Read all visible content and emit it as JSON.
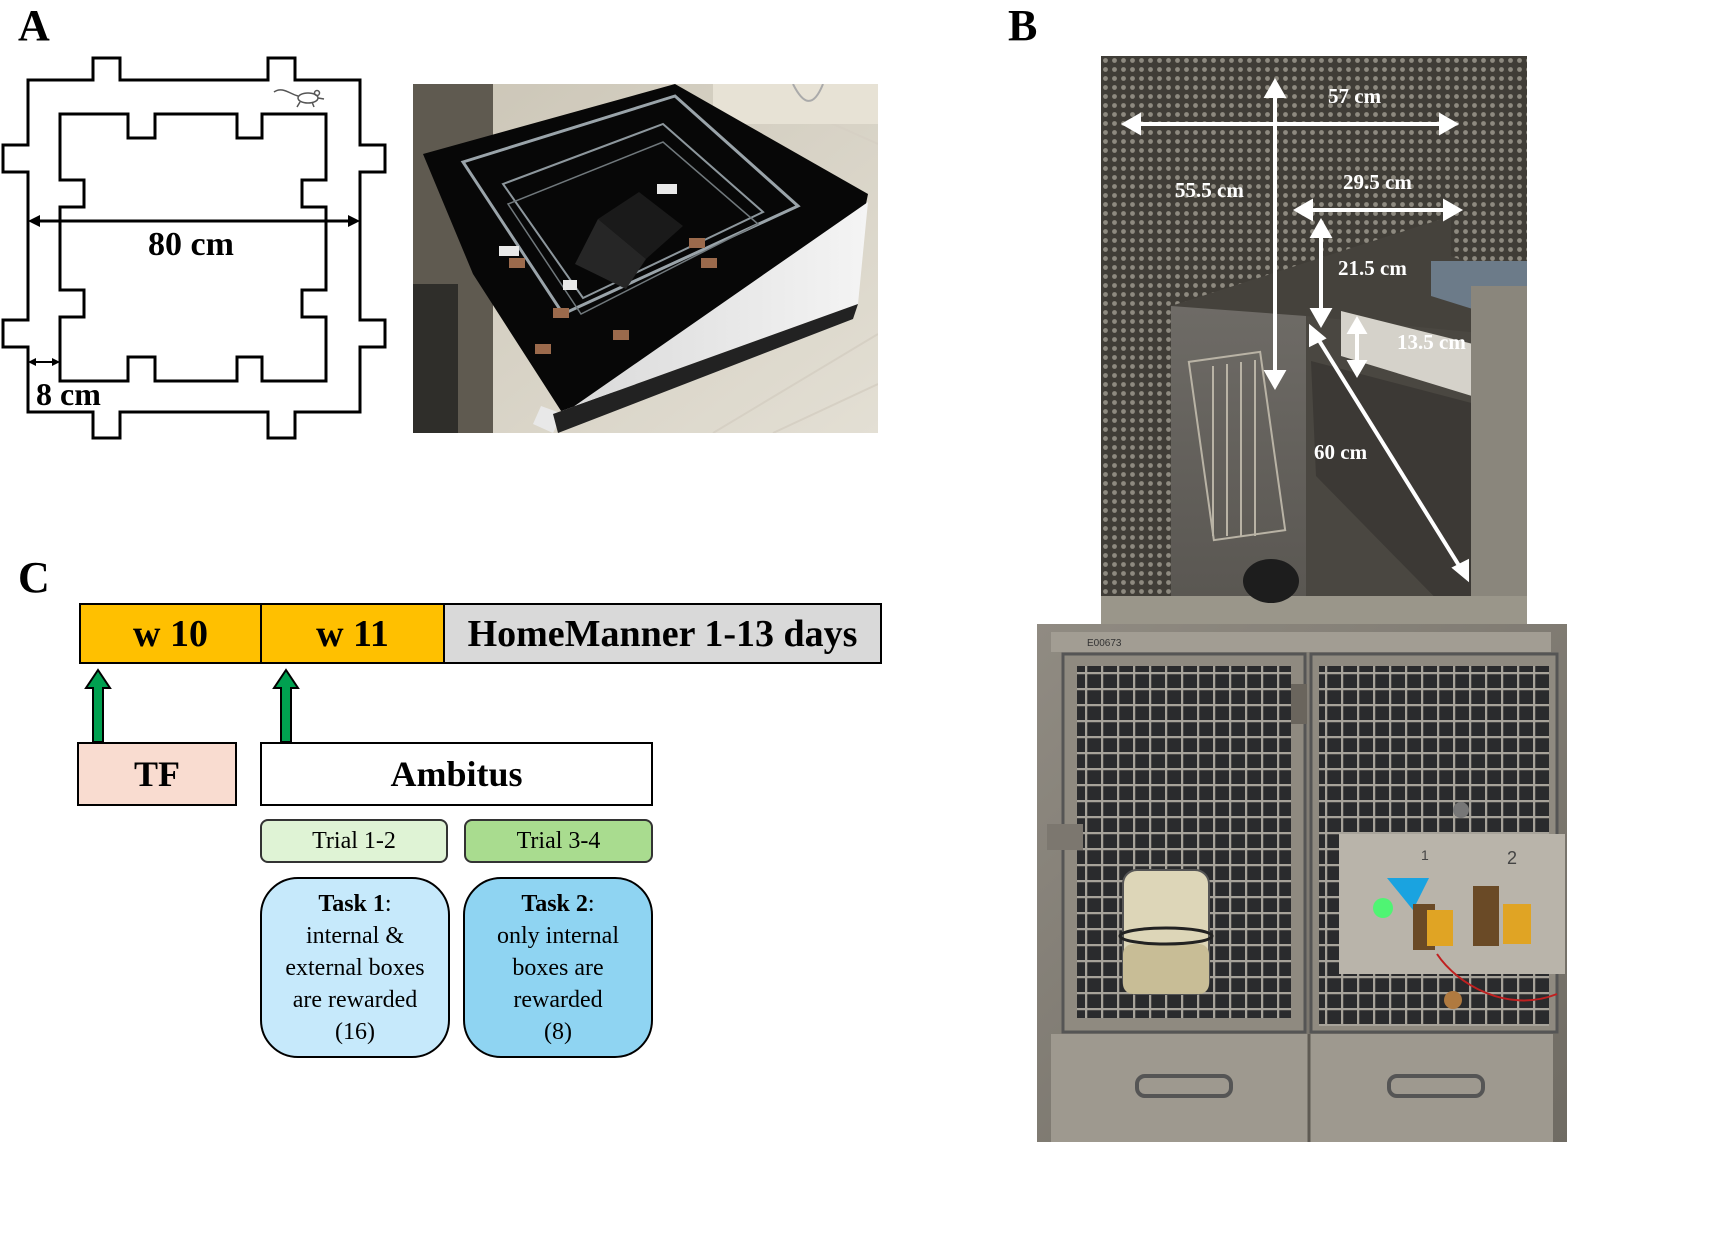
{
  "panels": {
    "a": "A",
    "b": "B",
    "c": "C"
  },
  "panel_a": {
    "width_label": "80 cm",
    "corridor_label": "8 cm"
  },
  "panel_b": {
    "labels": {
      "l57": "57 cm",
      "l55": "55.5 cm",
      "l29": "29.5 cm",
      "l21": "21.5 cm",
      "l13": "13.5 cm",
      "l60": "60 cm"
    },
    "cage_tag": "E00673",
    "feeder_nums": [
      "1",
      "2"
    ]
  },
  "timeline": {
    "w10": "w 10",
    "w11": "w 11",
    "homemanner": "HomeManner 1-13 days",
    "tf": "TF",
    "ambitus": "Ambitus",
    "trial1": "Trial  1-2",
    "trial2": "Trial  3-4",
    "task1": {
      "title": "Task 1",
      "lines": [
        "internal &",
        "external boxes",
        "are rewarded",
        "(16)"
      ]
    },
    "task2": {
      "title": "Task 2",
      "lines": [
        "only  internal",
        "boxes are",
        "rewarded",
        "(8)"
      ]
    },
    "colors": {
      "week": "#ffc000",
      "homemanner": "#d9d9d9",
      "tf": "#f9dcd0",
      "trial1": "#dff3d5",
      "trial2": "#a9dc8f",
      "task1": "#c6e9fb",
      "task2": "#8fd4f2",
      "arrow": "#00a050"
    }
  }
}
